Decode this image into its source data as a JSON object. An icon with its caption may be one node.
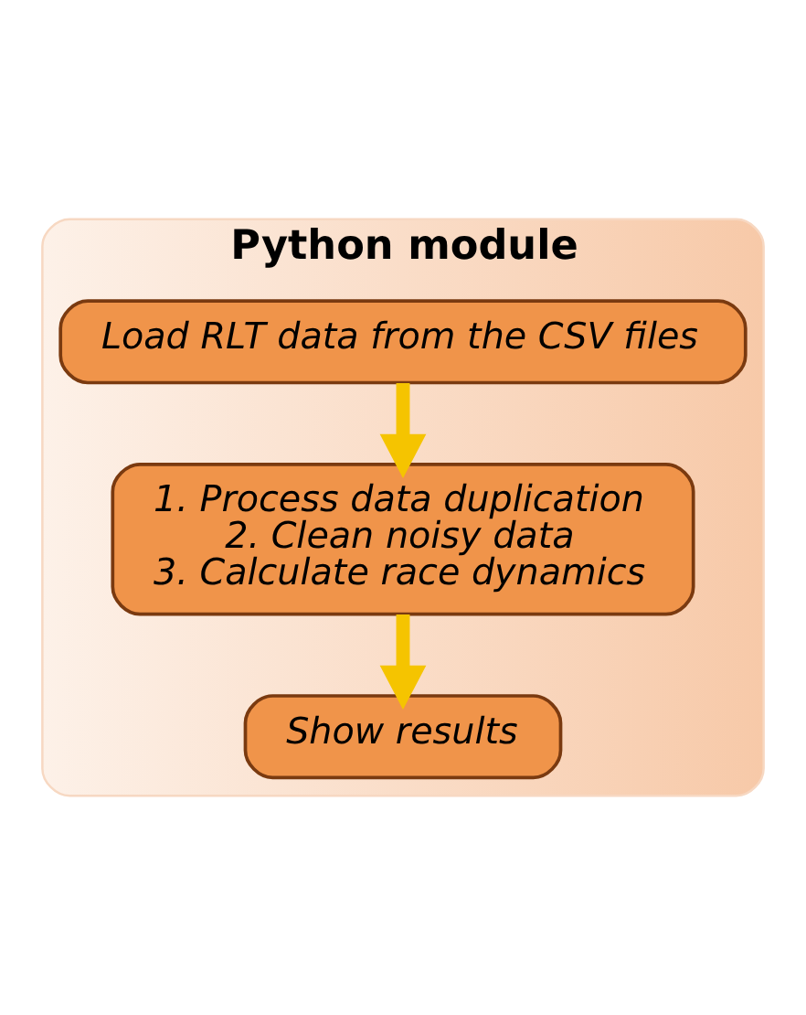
{
  "diagram": {
    "nodes": [
      {
        "text": [
          "Python module"
        ]
      },
      {
        "text": [
          "Load RLT data from the CSV files"
        ],
        "in": 0
      },
      {
        "text": [
          "1. Process data duplication",
          "2. Clean noisy data",
          "3. Calculate race dynamics"
        ],
        "in": 0
      },
      {
        "text": [
          "Show results"
        ],
        "in": 0
      }
    ],
    "edges": [
      {
        "from": 1,
        "to": 2,
        "arrow": "to",
        "color": "#f5c400"
      },
      {
        "from": 2,
        "to": 3,
        "arrow": "to",
        "color": "#f5c400"
      }
    ]
  }
}
